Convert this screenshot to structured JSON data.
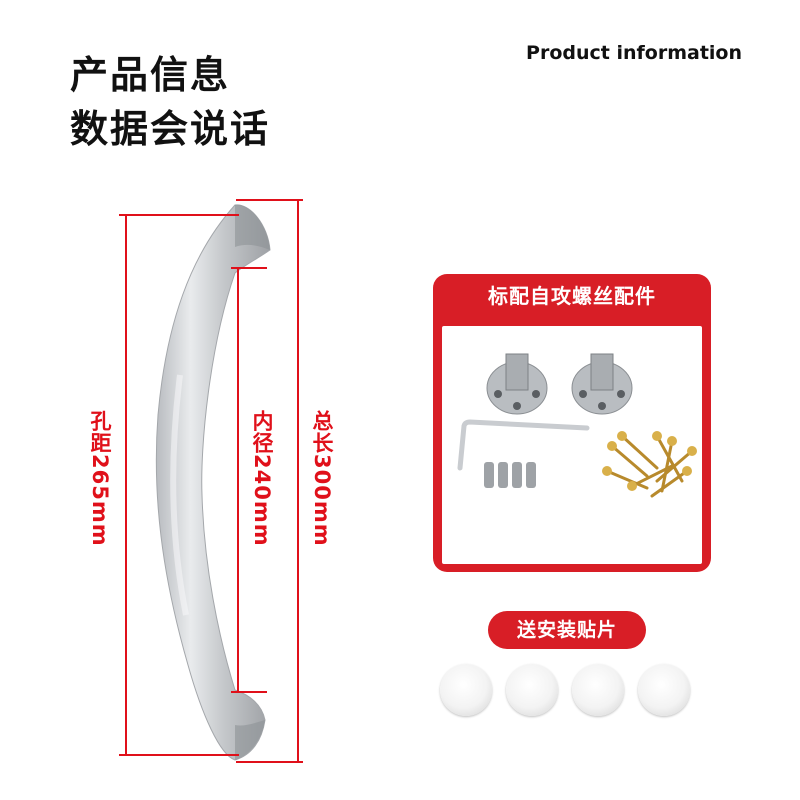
{
  "header": {
    "title_line1": "产品信息",
    "title_line2": "数据会说话",
    "subtitle": "Product information"
  },
  "dimensions": {
    "hole_spacing": "孔距265mm",
    "inner_length": "内径240mm",
    "total_length": "总长300mm",
    "color": "#e0101a"
  },
  "accessories": {
    "panel_title": "标配自攻螺丝配件",
    "stickers_label": "送安装贴片",
    "accent_color": "#d81e26"
  }
}
